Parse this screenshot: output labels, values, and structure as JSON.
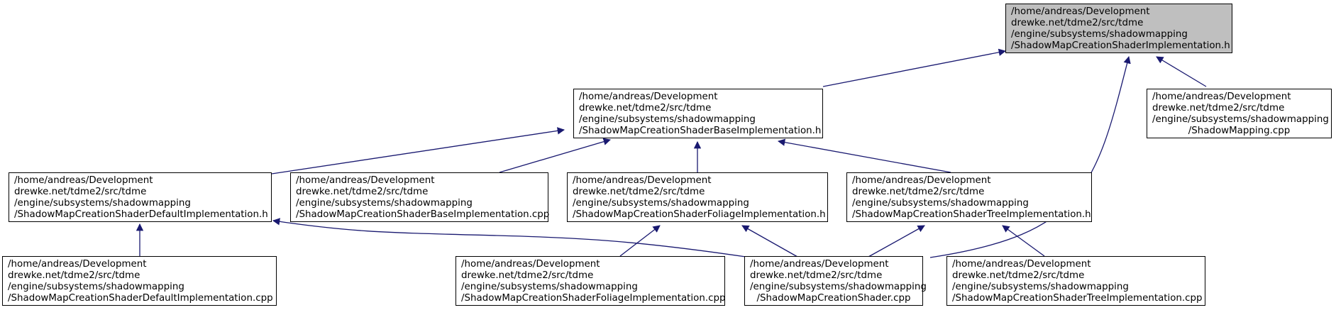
{
  "colors": {
    "edge": "#191970",
    "active_fill": "#bfbfbf",
    "border": "#000000"
  },
  "nodes": [
    {
      "id": "n0",
      "active": true,
      "lines": [
        "/home/andreas/Development",
        "drewke.net/tdme2/src/tdme",
        "/engine/subsystems/shadowmapping",
        "/ShadowMapCreationShaderImplementation.h"
      ]
    },
    {
      "id": "n1",
      "lines": [
        "/home/andreas/Development",
        "drewke.net/tdme2/src/tdme",
        "/engine/subsystems/shadowmapping",
        "/ShadowMapCreationShaderBaseImplementation.h"
      ]
    },
    {
      "id": "n2",
      "lines": [
        "/home/andreas/Development",
        "drewke.net/tdme2/src/tdme",
        "/engine/subsystems/shadowmapping",
        "/ShadowMapping.cpp"
      ]
    },
    {
      "id": "n3",
      "lines": [
        "/home/andreas/Development",
        "drewke.net/tdme2/src/tdme",
        "/engine/subsystems/shadowmapping",
        "/ShadowMapCreationShaderDefaultImplementation.h"
      ]
    },
    {
      "id": "n4",
      "lines": [
        "/home/andreas/Development",
        "drewke.net/tdme2/src/tdme",
        "/engine/subsystems/shadowmapping",
        "/ShadowMapCreationShaderBaseImplementation.cpp"
      ]
    },
    {
      "id": "n5",
      "lines": [
        "/home/andreas/Development",
        "drewke.net/tdme2/src/tdme",
        "/engine/subsystems/shadowmapping",
        "/ShadowMapCreationShaderFoliageImplementation.h"
      ]
    },
    {
      "id": "n6",
      "lines": [
        "/home/andreas/Development",
        "drewke.net/tdme2/src/tdme",
        "/engine/subsystems/shadowmapping",
        "/ShadowMapCreationShaderTreeImplementation.h"
      ]
    },
    {
      "id": "n7",
      "lines": [
        "/home/andreas/Development",
        "drewke.net/tdme2/src/tdme",
        "/engine/subsystems/shadowmapping",
        "/ShadowMapCreationShaderDefaultImplementation.cpp"
      ]
    },
    {
      "id": "n8",
      "lines": [
        "/home/andreas/Development",
        "drewke.net/tdme2/src/tdme",
        "/engine/subsystems/shadowmapping",
        "/ShadowMapCreationShaderFoliageImplementation.cpp"
      ]
    },
    {
      "id": "n9",
      "lines": [
        "/home/andreas/Development",
        "drewke.net/tdme2/src/tdme",
        "/engine/subsystems/shadowmapping",
        "/ShadowMapCreationShader.cpp"
      ]
    },
    {
      "id": "n10",
      "lines": [
        "/home/andreas/Development",
        "drewke.net/tdme2/src/tdme",
        "/engine/subsystems/shadowmapping",
        "/ShadowMapCreationShaderTreeImplementation.cpp"
      ]
    }
  ],
  "edges": [
    {
      "from": "n1",
      "to": "n0"
    },
    {
      "from": "n2",
      "to": "n0"
    },
    {
      "from": "n9",
      "to": "n0"
    },
    {
      "from": "n3",
      "to": "n1"
    },
    {
      "from": "n4",
      "to": "n1"
    },
    {
      "from": "n5",
      "to": "n1"
    },
    {
      "from": "n6",
      "to": "n1"
    },
    {
      "from": "n7",
      "to": "n3"
    },
    {
      "from": "n9",
      "to": "n3"
    },
    {
      "from": "n8",
      "to": "n5"
    },
    {
      "from": "n9",
      "to": "n5"
    },
    {
      "from": "n9",
      "to": "n6"
    },
    {
      "from": "n10",
      "to": "n6"
    }
  ]
}
